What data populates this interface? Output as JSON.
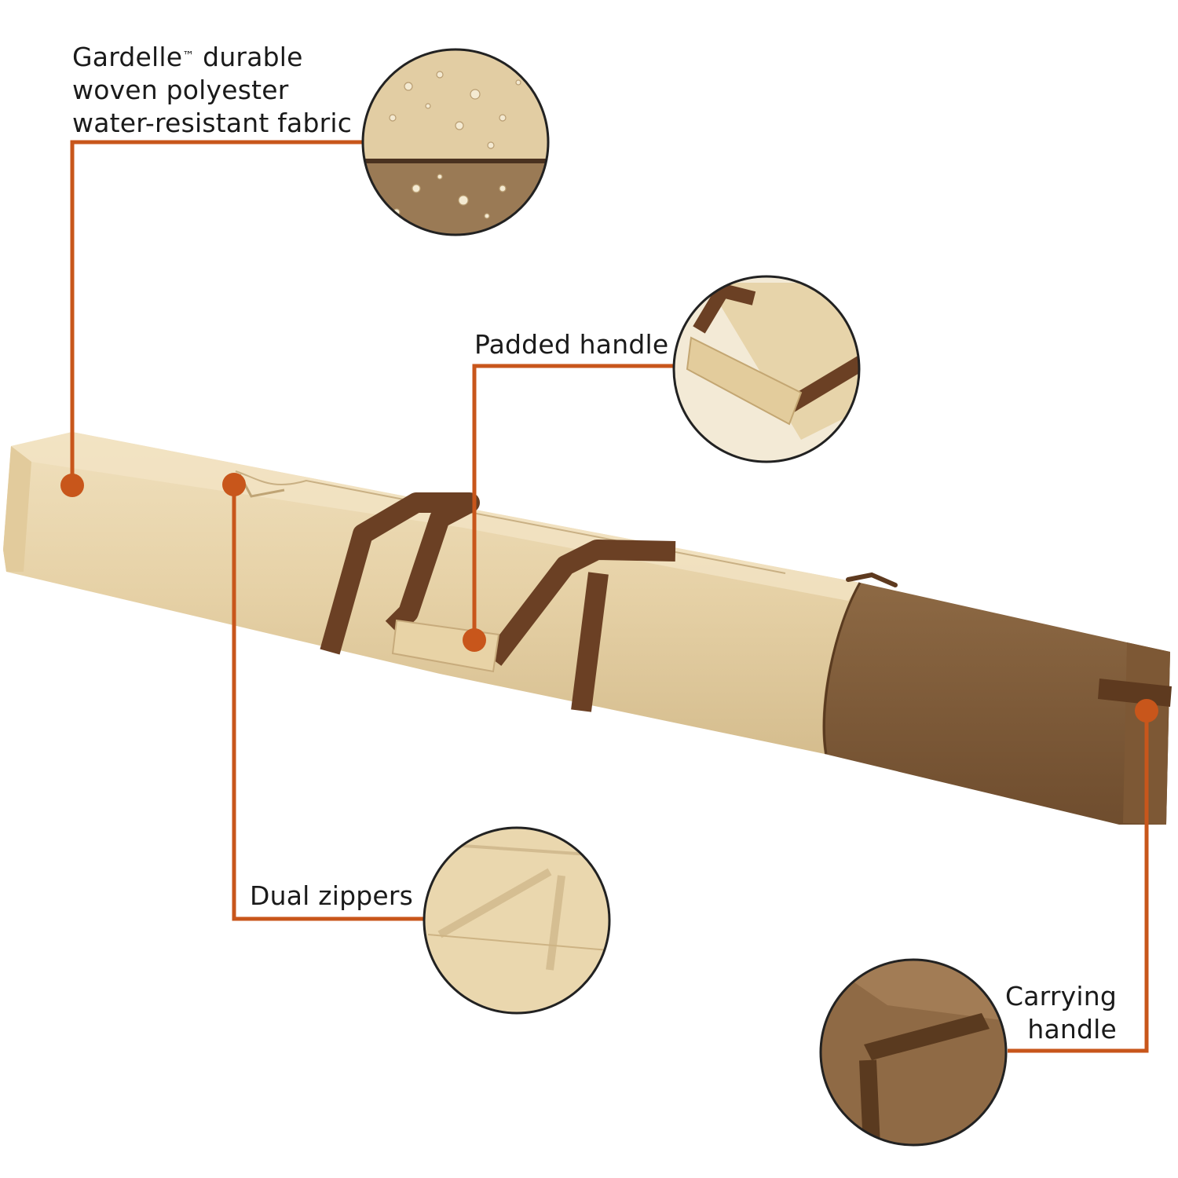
{
  "callouts": {
    "fabric": {
      "brand": "Gardelle",
      "trademark": "™",
      "line1_rest": " durable",
      "line2": "woven polyester",
      "line3": "water-resistant fabric"
    },
    "padded_handle": {
      "label": "Padded handle"
    },
    "dual_zippers": {
      "label": "Dual zippers"
    },
    "carrying_handle": {
      "line1": "Carrying",
      "line2": "handle"
    }
  },
  "colors": {
    "accent_orange": "#c8561b",
    "fabric_tan": "#e9d5ad",
    "fabric_tan_shade": "#d6bd8f",
    "strap_brown": "#6b4024",
    "bottom_brown": "#8a6440",
    "bottom_brown_dark": "#6e4c2d",
    "outline": "#222222"
  },
  "icons": [
    "water-droplets-icon"
  ]
}
